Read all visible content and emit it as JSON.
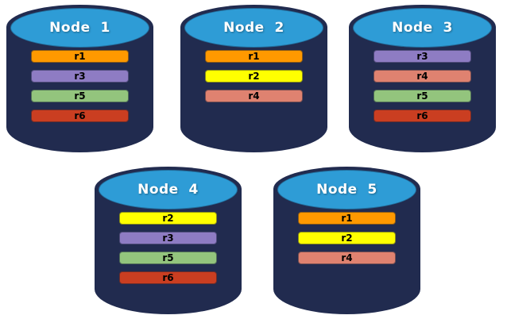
{
  "colors": {
    "background": "#FFFFFF",
    "cylinder_body": "#212B4F",
    "cylinder_top": "#2E9CD6",
    "title_text": "#FFFFFF",
    "row_text": "#000000"
  },
  "row_colors": {
    "r1": "#FF9900",
    "r2": "#FFFF00",
    "r3": "#8E7CC3",
    "r4": "#DF8270",
    "r5": "#93C47D",
    "r6": "#CA3E21"
  },
  "nodes": [
    {
      "label": "Node  1",
      "rows": [
        {
          "label": "r1",
          "color": "#FF9900"
        },
        {
          "label": "r3",
          "color": "#8E7CC3"
        },
        {
          "label": "r5",
          "color": "#93C47D"
        },
        {
          "label": "r6",
          "color": "#CA3E21"
        }
      ]
    },
    {
      "label": "Node  2",
      "rows": [
        {
          "label": "r1",
          "color": "#FF9900"
        },
        {
          "label": "r2",
          "color": "#FFFF00"
        },
        {
          "label": "r4",
          "color": "#DF8270"
        }
      ]
    },
    {
      "label": "Node  3",
      "rows": [
        {
          "label": "r3",
          "color": "#8E7CC3"
        },
        {
          "label": "r4",
          "color": "#DF8270"
        },
        {
          "label": "r5",
          "color": "#93C47D"
        },
        {
          "label": "r6",
          "color": "#CA3E21"
        }
      ]
    },
    {
      "label": "Node  4",
      "rows": [
        {
          "label": "r2",
          "color": "#FFFF00"
        },
        {
          "label": "r3",
          "color": "#8E7CC3"
        },
        {
          "label": "r5",
          "color": "#93C47D"
        },
        {
          "label": "r6",
          "color": "#CA3E21"
        }
      ]
    },
    {
      "label": "Node  5",
      "rows": [
        {
          "label": "r1",
          "color": "#FF9900"
        },
        {
          "label": "r2",
          "color": "#FFFF00"
        },
        {
          "label": "r4",
          "color": "#DF8270"
        }
      ]
    }
  ]
}
